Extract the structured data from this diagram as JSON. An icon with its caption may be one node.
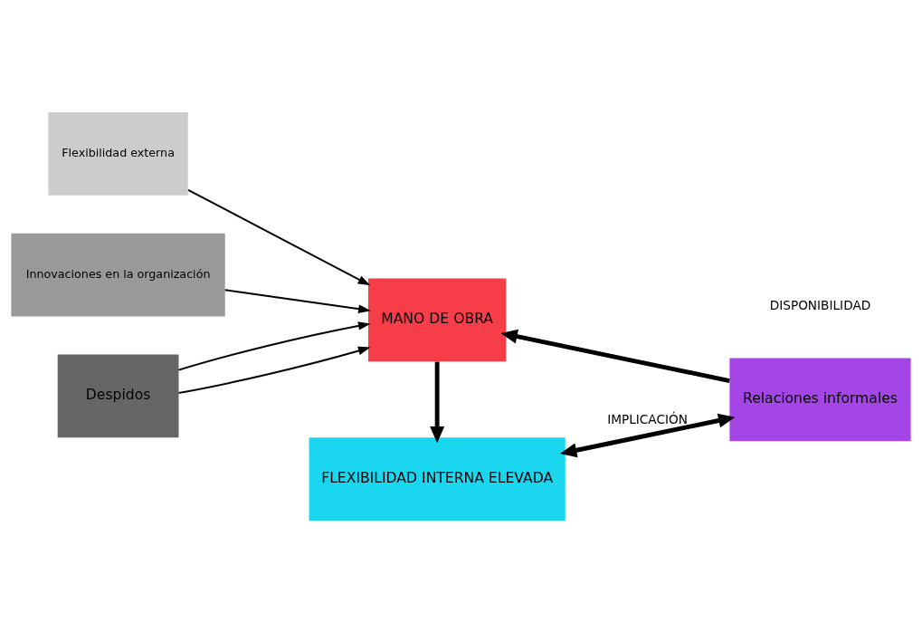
{
  "diagram": {
    "nodes": [
      {
        "text": [
          "Flexibilidad externa"
        ]
      },
      {
        "text": [
          "Innovaciones en la organización"
        ]
      },
      {
        "text": [
          "Despidos"
        ]
      },
      {
        "text": [
          "MANO DE OBRA"
        ]
      },
      {
        "text": [
          "Relaciones informales"
        ]
      },
      {
        "text": [
          "FLEXIBILIDAD INTERNA ELEVADA"
        ]
      }
    ],
    "edges": [
      {
        "from": 0,
        "to": 3,
        "arrow": "to"
      },
      {
        "from": 1,
        "to": 3,
        "arrow": "to"
      },
      {
        "from": 2,
        "to": 3,
        "arrow": "to"
      },
      {
        "from": 2,
        "to": 3,
        "arrow": "to"
      },
      {
        "from": 4,
        "to": 3,
        "arrow": "to",
        "style": "thick"
      },
      {
        "from": 3,
        "to": 5,
        "arrow": "to",
        "style": "thick"
      },
      {
        "from": 5,
        "to": 4,
        "arrow": "both",
        "style": "thick",
        "label": "IMPLICACIÓN"
      }
    ],
    "labels": [
      "DISPONIBILIDAD"
    ]
  }
}
